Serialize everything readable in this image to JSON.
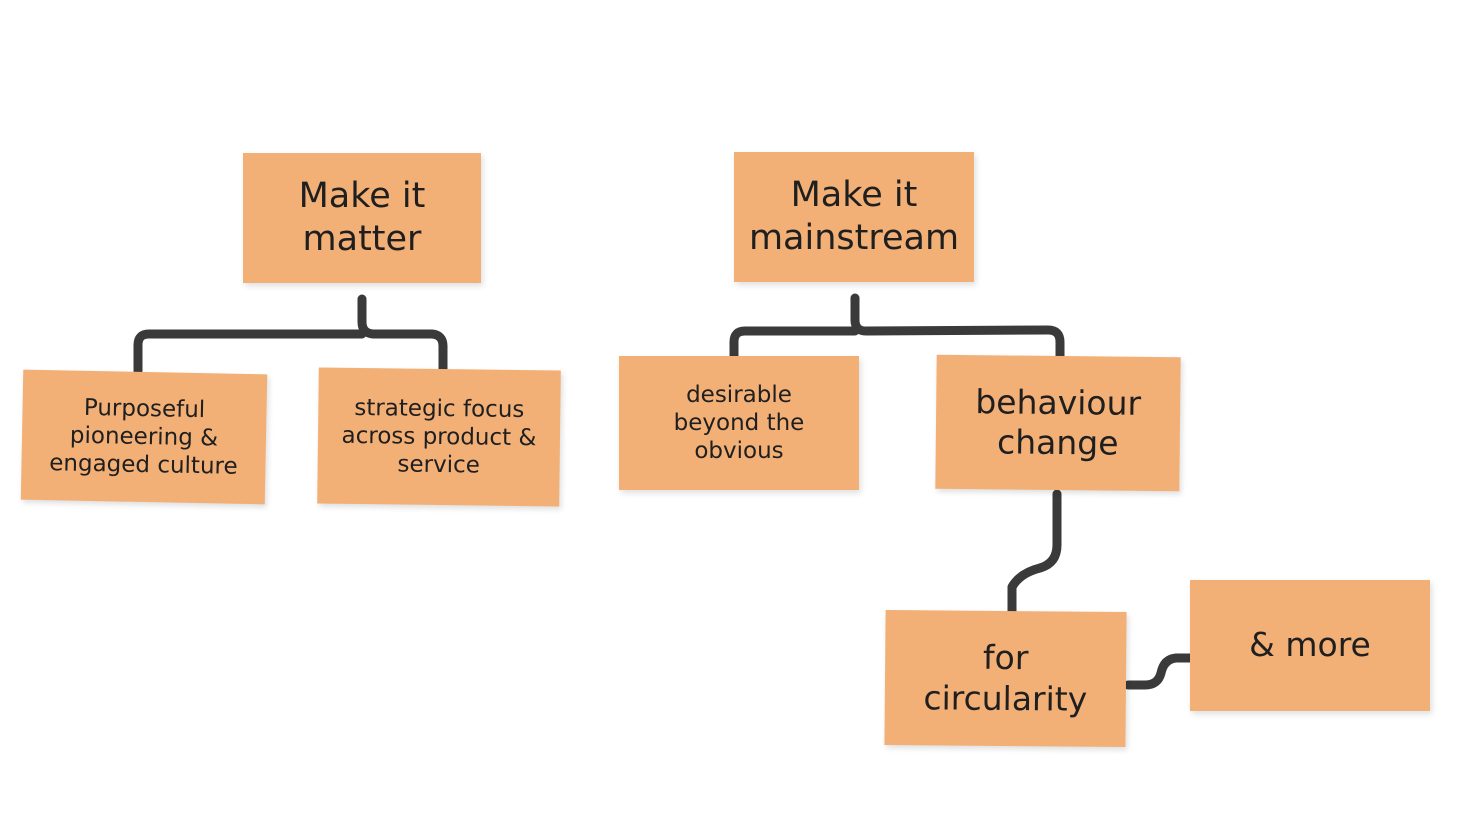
{
  "diagram": {
    "title": "Make it matter / Make it mainstream strategy tree",
    "type": "tree-diagram",
    "background_color": "#ffffff",
    "node_fill_color": "#f2b077",
    "connector_color": "#3a3a3a",
    "text_color": "#1f1f1f",
    "nodes": [
      {
        "id": "make-it-matter",
        "label": "Make it\nmatter",
        "level": 1,
        "branch": "left"
      },
      {
        "id": "make-it-mainstream",
        "label": "Make it\nmainstream",
        "level": 1,
        "branch": "right"
      },
      {
        "id": "purposeful-pioneering",
        "label": "Purposeful\npioneering &\nengaged culture",
        "level": 2,
        "branch": "left",
        "parent": "make-it-matter"
      },
      {
        "id": "strategic-focus",
        "label": "strategic focus\nacross product &\nservice",
        "level": 2,
        "branch": "left",
        "parent": "make-it-matter"
      },
      {
        "id": "desirable-beyond",
        "label": "desirable\nbeyond the\nobvious",
        "level": 2,
        "branch": "right",
        "parent": "make-it-mainstream"
      },
      {
        "id": "behaviour-change",
        "label": "behaviour\nchange",
        "level": 2,
        "branch": "right",
        "parent": "make-it-mainstream"
      },
      {
        "id": "for-circularity",
        "label": "for\ncircularity",
        "level": 3,
        "branch": "right",
        "parent": "behaviour-change"
      },
      {
        "id": "and-more",
        "label": "& more",
        "level": 3,
        "branch": "right",
        "parent": "for-circularity"
      }
    ],
    "connectors": [
      {
        "id": "brace-left",
        "from": "make-it-matter",
        "to": [
          "purposeful-pioneering",
          "strategic-focus"
        ],
        "style": "brace"
      },
      {
        "id": "brace-right",
        "from": "make-it-mainstream",
        "to": [
          "desirable-beyond",
          "behaviour-change"
        ],
        "style": "brace"
      },
      {
        "id": "scurve-behaviour-to-circularity",
        "from": "behaviour-change",
        "to": "for-circularity",
        "style": "s-curve-vertical"
      },
      {
        "id": "scurve-circularity-to-more",
        "from": "for-circularity",
        "to": "and-more",
        "style": "s-curve-horizontal"
      }
    ]
  }
}
